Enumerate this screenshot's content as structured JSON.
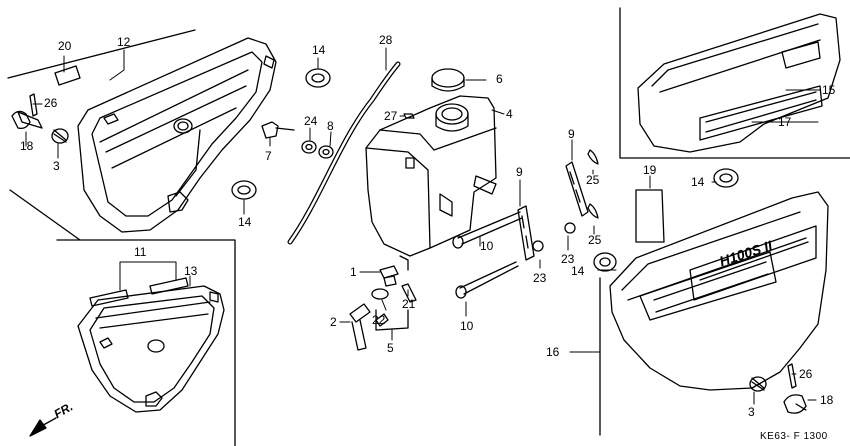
{
  "diagram": {
    "code": "KE63- F 1300",
    "front_marker": "FR.",
    "side_cover_badge": "H100S II",
    "callouts": {
      "c20": "20",
      "c12": "12",
      "c26a": "26",
      "c18a": "18",
      "c3a": "3",
      "c14a": "14",
      "c14b": "14",
      "c24": "24",
      "c8": "8",
      "c7": "7",
      "c28": "28",
      "c27": "27",
      "c6": "6",
      "c4": "4",
      "c11": "11",
      "c13": "13",
      "c1": "1",
      "c2": "2",
      "c22": "22",
      "c21": "21",
      "c5": "5",
      "c10a": "10",
      "c10b": "10",
      "c9a": "9",
      "c9b": "9",
      "c23a": "23",
      "c23b": "23",
      "c25a": "25",
      "c25b": "25",
      "c15": "15",
      "c17": "17",
      "c19": "19",
      "c14c": "14",
      "c14d": "14",
      "c16": "16",
      "c26b": "26",
      "c3b": "3",
      "c18b": "18"
    }
  }
}
